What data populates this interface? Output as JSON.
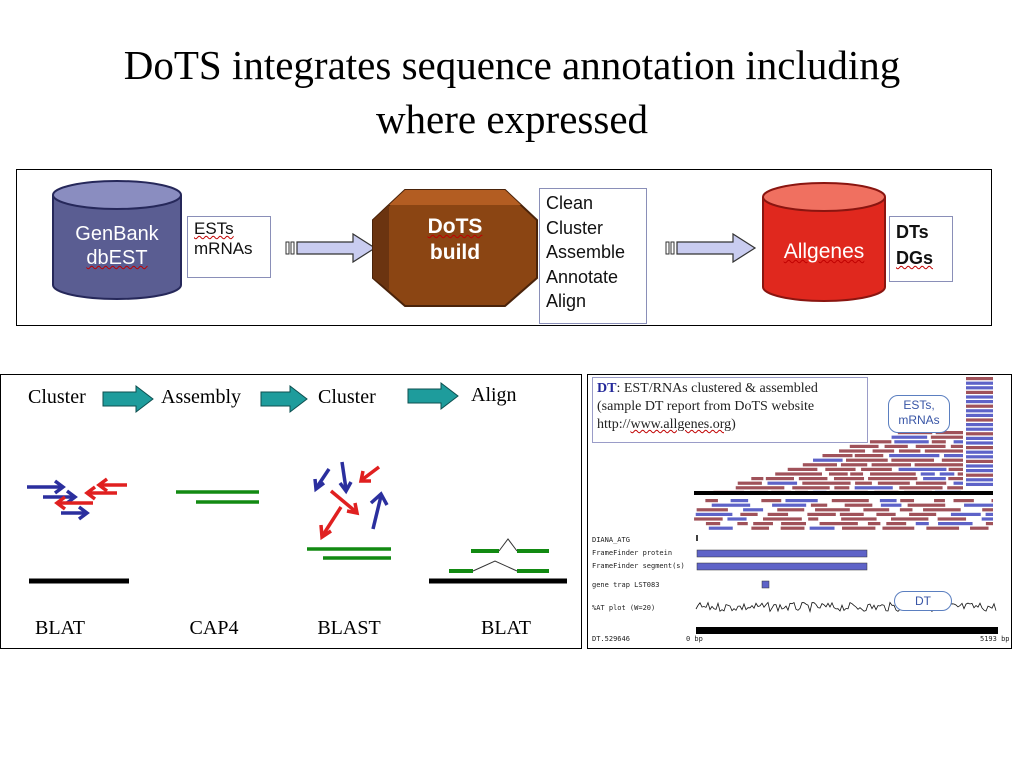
{
  "title": {
    "line1": "DoTS integrates sequence annotation including",
    "line2": "where expressed"
  },
  "pipeline": {
    "source_db": {
      "line1": "GenBank",
      "line2": "dbEST"
    },
    "input_box": {
      "line1": "ESTs",
      "line2": "mRNAs"
    },
    "dots_build": {
      "line1": "DoTS",
      "line2": "build"
    },
    "steps": [
      "Clean",
      "Cluster",
      "Assemble",
      "Annotate",
      "Align"
    ],
    "target_db": "Allgenes",
    "output_box": {
      "line1": "DTs",
      "line2": "DGs"
    },
    "colors": {
      "genbank": "#5a5d92",
      "dots": "#8b4513",
      "allgenes": "#e0281e",
      "arrow_fill": "#c9ccf0"
    }
  },
  "workflow": {
    "steps": [
      "Cluster",
      "Assembly",
      "Cluster",
      "Align"
    ],
    "tools": [
      "BLAT",
      "CAP4",
      "BLAST",
      "BLAT"
    ],
    "colors": {
      "arrow": "#1e9c9c",
      "blue": "#2b2f9e",
      "red": "#e02020",
      "green": "#128a12"
    }
  },
  "report": {
    "note": {
      "dt": "DT",
      "line1_rest": ": EST/RNAs clustered & assembled",
      "line2": "(sample DT report from DoTS website",
      "line3_pre": "http://",
      "line3_link": "www.allgenes.org",
      "line3_post": ")"
    },
    "callout_ests": {
      "line1": "ESTs,",
      "line2": "mRNAs"
    },
    "callout_dt": "DT",
    "tracks": [
      "DIANA_ATG",
      "FrameFinder protein",
      "FrameFinder segment(s)",
      "gene trap LST083",
      "%AT plot (W=20)",
      "DT.529646"
    ],
    "axis_start": "0 bp",
    "axis_end": "5193 bp"
  }
}
